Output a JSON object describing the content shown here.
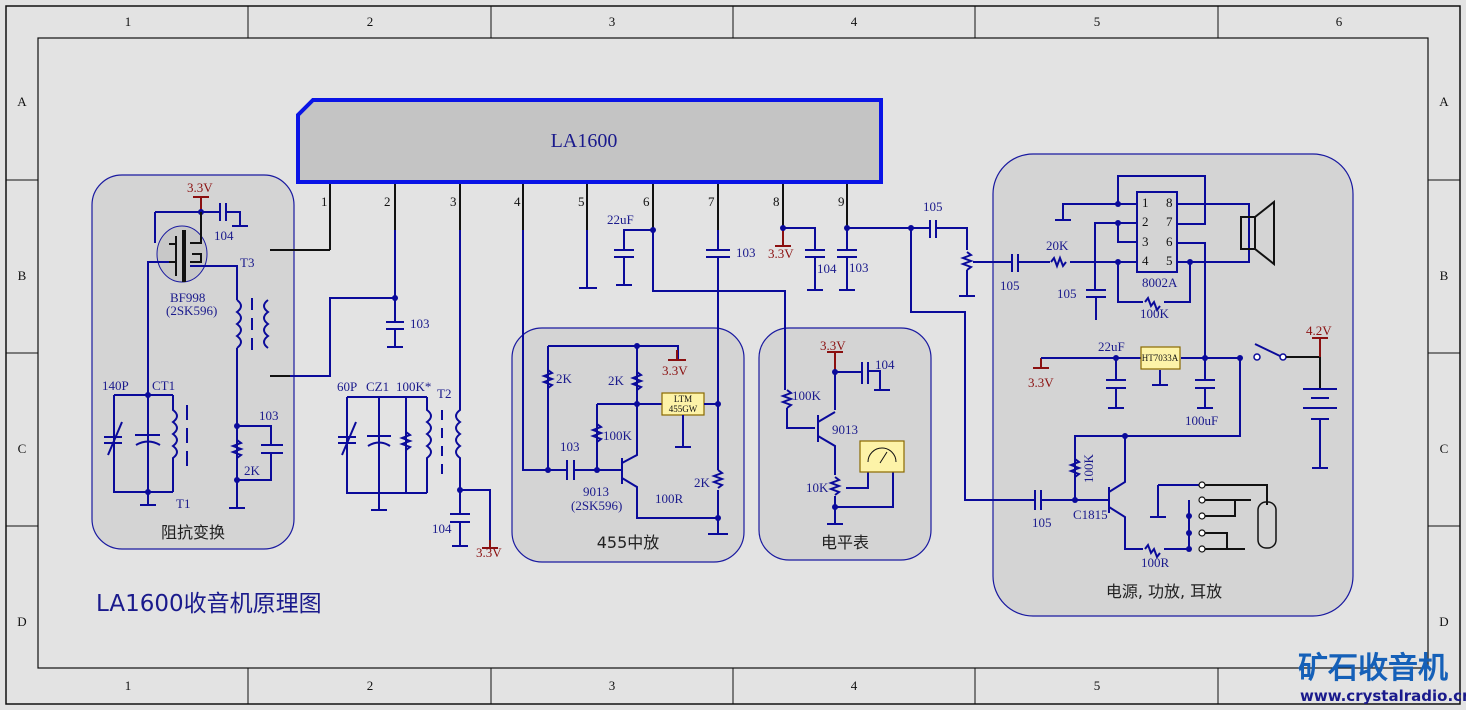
{
  "title": "LA1600收音机原理图",
  "ic_main": {
    "label": "LA1600",
    "pins": [
      "1",
      "2",
      "3",
      "4",
      "5",
      "6",
      "7",
      "8",
      "9"
    ]
  },
  "grid": {
    "columns": [
      "1",
      "2",
      "3",
      "4",
      "5",
      "6"
    ],
    "rows": [
      "A",
      "B",
      "C",
      "D"
    ]
  },
  "sections": {
    "impedance": "阻抗变换",
    "if_amp": "455中放",
    "level_meter": "电平表",
    "power": "电源, 功放, 耳放"
  },
  "supply": {
    "v33": "3.3V",
    "v42": "4.2V"
  },
  "impedance": {
    "fet": "BF998",
    "fet_alt": "(2SK596)",
    "c_bypass": "104",
    "t3": "T3",
    "c140": "140P",
    "ct1": "CT1",
    "t1": "T1",
    "c103": "103",
    "r2k": "2K"
  },
  "tuning": {
    "c103": "103",
    "c60": "60P",
    "cz1": "CZ1",
    "r100k": "100K*",
    "t2": "T2",
    "c104": "104"
  },
  "ifamp": {
    "r2k_a": "2K",
    "r2k_b": "2K",
    "r100k": "100K",
    "c103": "103",
    "q": "9013",
    "q_alt": "(2SK596)",
    "r100r": "100R",
    "r2k_c": "2K",
    "filter1": "LTM",
    "filter2": "455GW"
  },
  "top_parts": {
    "c22uf": "22uF",
    "c103_7": "103",
    "c104_8": "104",
    "c103_9": "103",
    "c105": "105"
  },
  "meter": {
    "r100k": "100K",
    "c104": "104",
    "q": "9013",
    "pot": "10K"
  },
  "power": {
    "c105_in": "105",
    "r20k": "20K",
    "c105": "105",
    "amp": "8002A",
    "amp_pins_left": [
      "1",
      "2",
      "3",
      "4"
    ],
    "amp_pins_right": [
      "8",
      "7",
      "6",
      "5"
    ],
    "r100k": "100K",
    "c22uf": "22uF",
    "reg": "HT7033A",
    "c100uf": "100uF",
    "hp_c105": "105",
    "hp_r100k": "100K",
    "hp_q": "C1815",
    "hp_r100r": "100R"
  },
  "logo": {
    "name": "矿石收音机",
    "url": "www.crystalradio.cn"
  }
}
